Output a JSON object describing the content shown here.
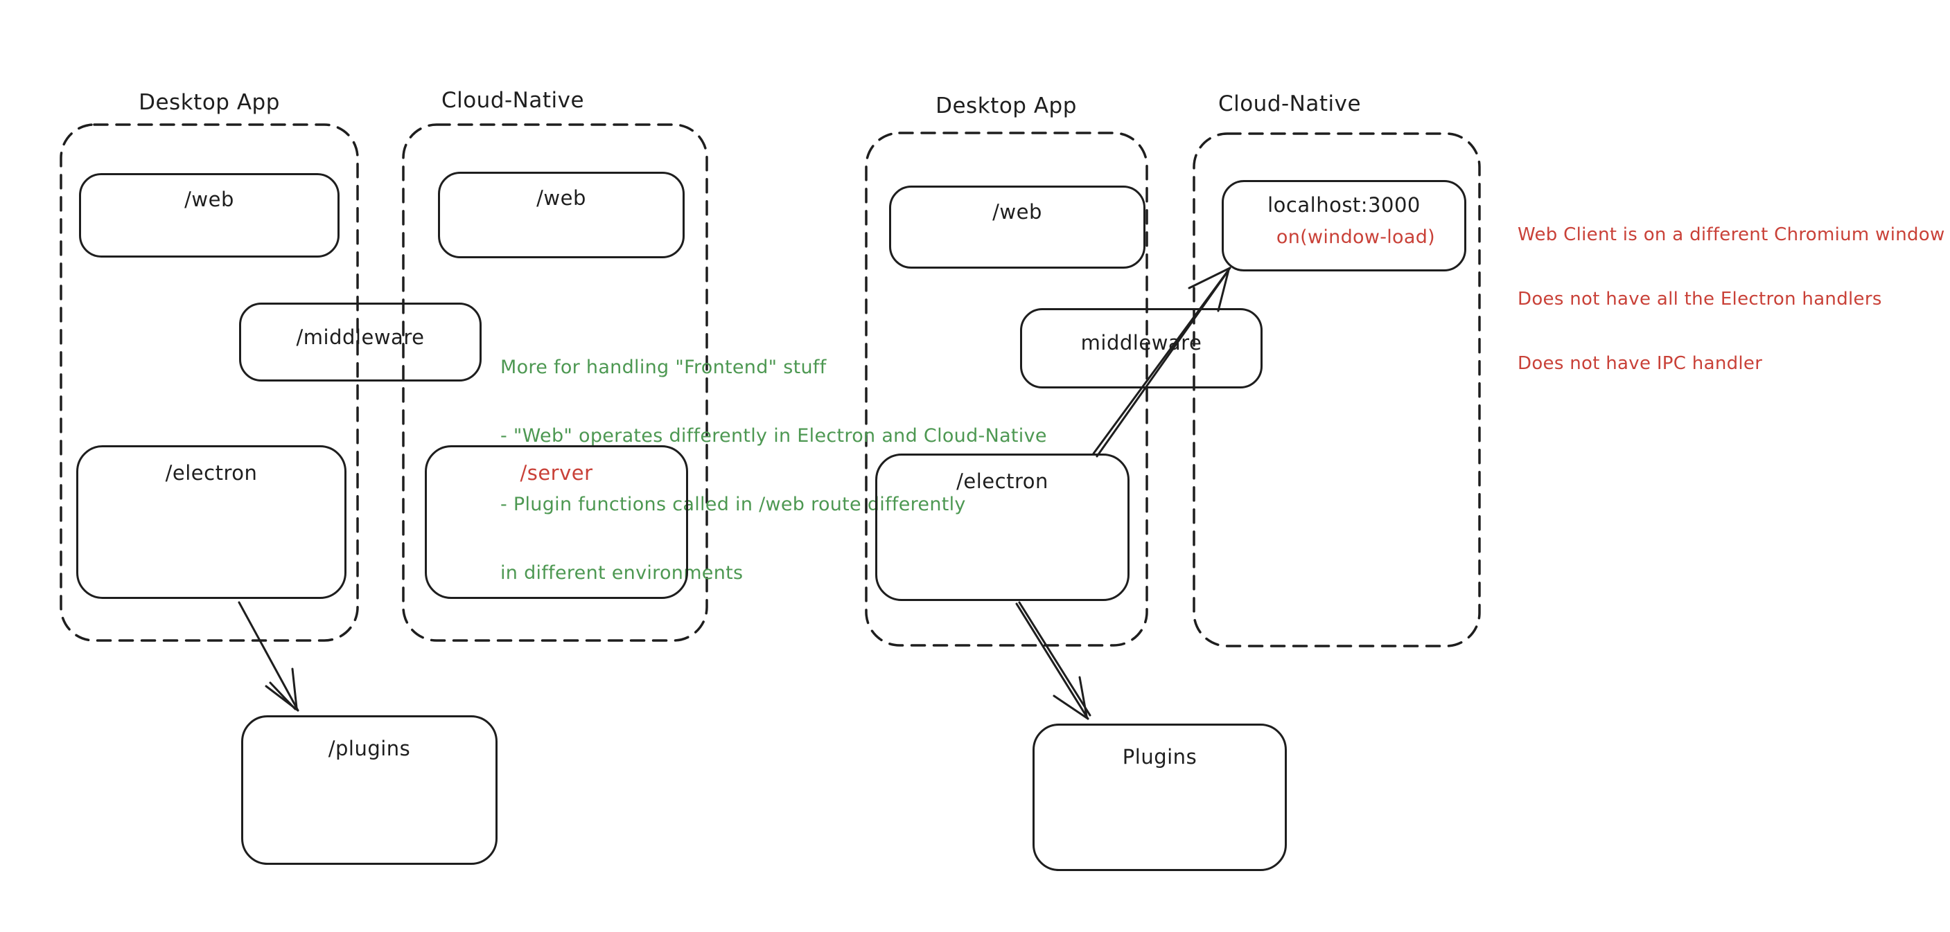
{
  "colors": {
    "ink": "#1e1e1e",
    "green": "#4d9852",
    "red": "#c94138",
    "background": "#ffffff"
  },
  "left_diagram": {
    "desktop_container": {
      "label": "Desktop App"
    },
    "cloud_container": {
      "label": "Cloud-Native"
    },
    "web_desktop_box": {
      "label": "/web"
    },
    "web_cloud_box": {
      "label": "/web"
    },
    "middleware_box": {
      "label": "/middleware"
    },
    "electron_box": {
      "label": "/electron"
    },
    "server_box": {
      "label": "/server"
    },
    "plugins_box": {
      "label": "/plugins"
    },
    "green_note": {
      "lines": [
        "More for handling \"Frontend\" stuff",
        "- \"Web\" operates differently in Electron and Cloud-Native",
        "- Plugin functions called in /web route differently",
        "in different environments"
      ]
    }
  },
  "right_diagram": {
    "desktop_container": {
      "label": "Desktop App"
    },
    "cloud_container": {
      "label": "Cloud-Native"
    },
    "web_box": {
      "label": "/web"
    },
    "localhost_box": {
      "title": "localhost:3000",
      "event_label": "on(window-load)"
    },
    "middleware_box": {
      "label": "middleware"
    },
    "electron_box": {
      "label": "/electron"
    },
    "plugins_box": {
      "label": "Plugins"
    },
    "red_note": {
      "lines": [
        "Web Client is on a different Chromium window",
        "Does not have all the Electron handlers",
        "Does not have IPC handler"
      ]
    }
  }
}
